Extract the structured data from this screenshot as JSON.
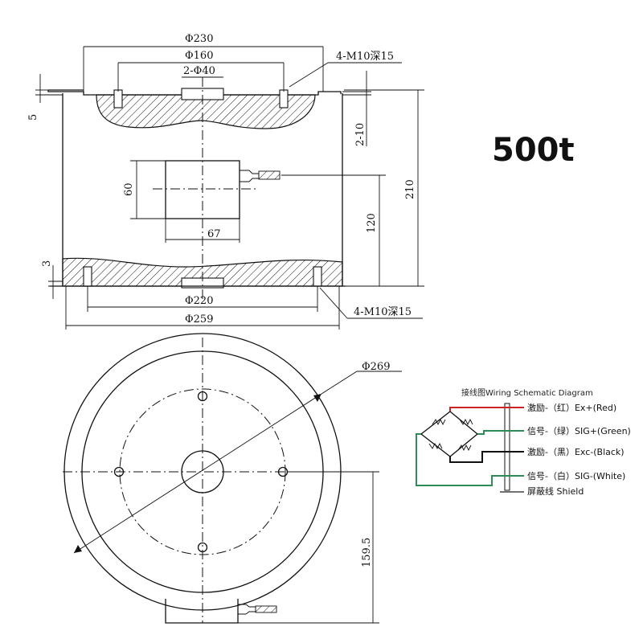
{
  "model_label": "500t",
  "side_view": {
    "dims": {
      "d230": "Φ230",
      "d160": "Φ160",
      "d40": "2-Φ40",
      "top_holes": "4-M10深15",
      "h5": "5",
      "h2_10": "2-10",
      "h210": "210",
      "h60": "60",
      "h120": "120",
      "w67": "67",
      "h3": "3",
      "d220": "Φ220",
      "bottom_holes": "4-M10深15",
      "d259": "Φ259"
    }
  },
  "plan_view": {
    "dims": {
      "d269": "Φ269",
      "h159_5": "159.5"
    }
  },
  "wiring": {
    "title": "接线图Wiring Schematic Diagram",
    "items": [
      {
        "label": "激励-（红）Ex+(Red)",
        "color": "#cc2222"
      },
      {
        "label": "信号-（绿）SIG+(Green)",
        "color": "#2e8b57"
      },
      {
        "label": "激励-（黑）Exc-(Black)",
        "color": "#111111"
      },
      {
        "label": "信号-（白）SIG-(White)",
        "color": "#888888"
      },
      {
        "label": "屏蔽线 Shield",
        "color": "#444444"
      }
    ]
  }
}
